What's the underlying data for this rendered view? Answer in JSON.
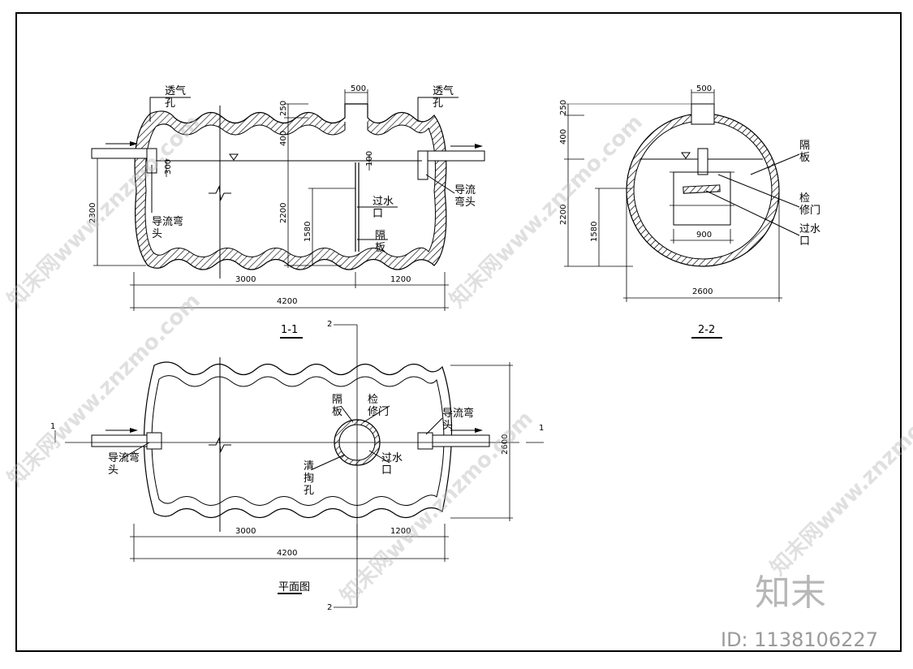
{
  "section_1_1": {
    "title": "1-1",
    "vent_left": "透气\n孔",
    "vent_right": "透气\n孔",
    "elbow_left": "导流弯\n头",
    "elbow_right": "导流\n弯头",
    "overflow": "过水\n口",
    "baffle": "隔\n板",
    "dims": {
      "d500": "500",
      "d250": "250",
      "d400": "400",
      "d300": "300",
      "d100": "100",
      "d2300": "2300",
      "d2200": "2200",
      "d1580": "1580",
      "d3000": "3000",
      "d1200": "1200",
      "d4200": "4200"
    }
  },
  "section_2_2": {
    "title": "2-2",
    "baffle": "隔\n板",
    "access_door": "检\n修门",
    "overflow": "过水\n口",
    "dims": {
      "d500": "500",
      "d250": "250",
      "d400": "400",
      "d2200": "2200",
      "d1580": "1580",
      "d900": "900",
      "d2600": "2600"
    }
  },
  "plan": {
    "title": "平面图",
    "baffle": "隔\n板",
    "access_door": "检\n修门",
    "elbow_left": "导流弯\n头",
    "elbow_right": "导流弯\n头",
    "cleanout": "清\n掏\n孔",
    "overflow": "过水\n口",
    "cut_1": "1",
    "cut_2": "2",
    "dims": {
      "d3000": "3000",
      "d1200": "1200",
      "d4200": "4200",
      "d2600": "2600"
    }
  },
  "watermark": {
    "brand": "知末",
    "id": "ID: 1138106227",
    "tile": "知末网www.znzmo.com"
  }
}
